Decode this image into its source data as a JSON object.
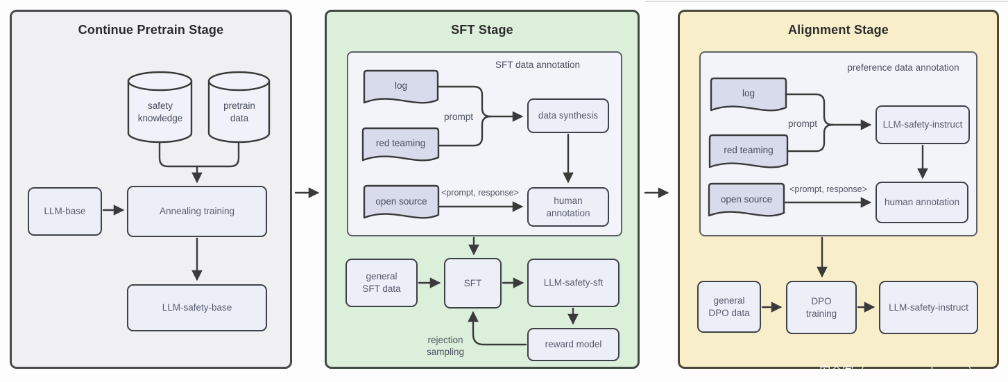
{
  "colors": {
    "pretrain_panel_bg": "#f0f0f3",
    "sft_panel_bg": "#dcefdb",
    "alignment_panel_bg": "#f9eeca",
    "subpanel_bg": "#f3f4f9",
    "node_fill": "#edeff8",
    "document_fill": "#d7dbeb",
    "stroke": "#3a3a3a"
  },
  "watermark": "安全客（www.anquanke.com）",
  "stages": {
    "pretrain": {
      "title": "Continue Pretrain Stage",
      "cylinders": {
        "safety_knowledge": "safety\nknowledge",
        "pretrain_data": "pretrain\ndata"
      },
      "nodes": {
        "llm_base": "LLM-base",
        "annealing": "Annealing training",
        "llm_safety_base": "LLM-safety-base"
      }
    },
    "sft": {
      "title": "SFT Stage",
      "annotation": {
        "title": "SFT data annotation",
        "docs": {
          "log": "log",
          "red_teaming": "red teaming",
          "open_source": "open source"
        },
        "labels": {
          "prompt": "prompt",
          "prompt_response": "<prompt, response>"
        },
        "nodes": {
          "data_synthesis": "data synthesis",
          "human_annotation": "human\nannotation"
        }
      },
      "nodes": {
        "general_sft": "general\nSFT data",
        "sft": "SFT",
        "llm_safety_sft": "LLM-safety-sft",
        "reward_model": "reward model"
      },
      "labels": {
        "rejection_sampling": "rejection\nsampling"
      }
    },
    "alignment": {
      "title": "Alignment Stage",
      "annotation": {
        "title": "preference data annotation",
        "docs": {
          "log": "log",
          "red_teaming": "red teaming",
          "open_source": "open source"
        },
        "labels": {
          "prompt": "prompt",
          "prompt_response": "<prompt, response>"
        },
        "nodes": {
          "llm_safety_instruct": "LLM-safety-instruct",
          "human_annotation": "human annotation"
        }
      },
      "nodes": {
        "general_dpo": "general\nDPO data",
        "dpo_training": "DPO\ntraining",
        "llm_safety_instruct": "LLM-safety-instruct"
      }
    }
  }
}
